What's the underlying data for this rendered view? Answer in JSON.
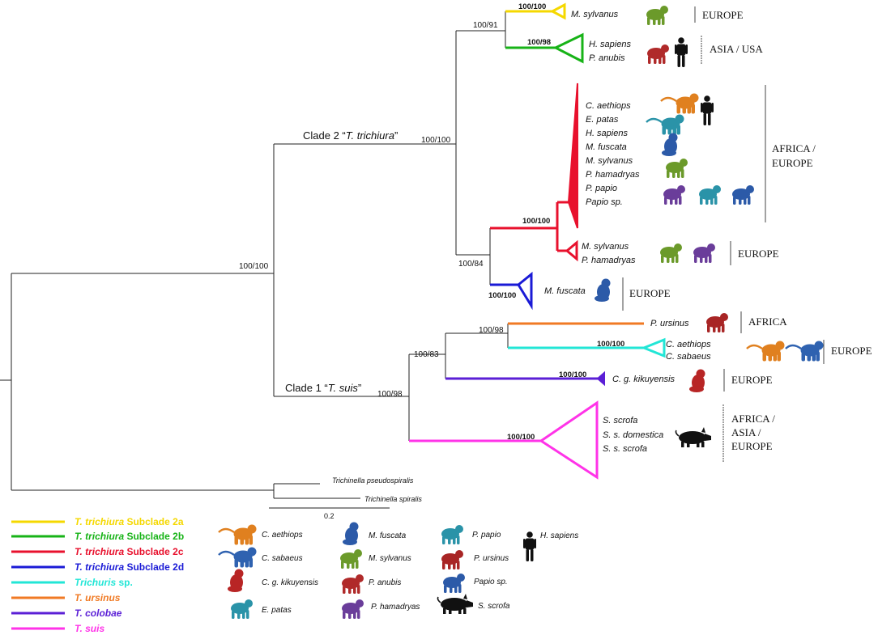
{
  "colors": {
    "sub2a": "#f5d800",
    "sub2b": "#17b317",
    "sub2c": "#e8112d",
    "sub2d": "#1a1ad6",
    "trichuris_sp": "#22e6d6",
    "ursinus": "#f07a24",
    "colobae": "#5b1fd6",
    "suis": "#ff33e8",
    "black": "#111111"
  },
  "clades": {
    "clade2_prefix": "Clade 2 “",
    "clade2_name": "T. trichiura",
    "clade2_suffix": "”",
    "clade1_prefix": "Clade 1 “",
    "clade1_name": "T. suis",
    "clade1_suffix": "”"
  },
  "support": {
    "root": "100/100",
    "clade2": "100/100",
    "n_2ab": "100/91",
    "sub2a": "100/100",
    "sub2b": "100/98",
    "n_2cd": "100/84",
    "sub2c": "100/100",
    "sub2d": "100/100",
    "clade1": "100/98",
    "n_83": "100/83",
    "n_98": "100/98",
    "trichuris_sp": "100/100",
    "colobae": "100/100",
    "suis": "100/100"
  },
  "tips": {
    "sub2a": [
      "M. sylvanus"
    ],
    "sub2b": [
      "H. sapiens",
      "P. anubis"
    ],
    "sub2c_main": [
      "C. aethiops",
      "E. patas",
      "H. sapiens",
      "M. fuscata",
      "M. sylvanus",
      "P. hamadryas",
      "P. papio",
      "Papio sp."
    ],
    "sub2c_small": [
      "M. sylvanus",
      "P. hamadryas"
    ],
    "sub2d": [
      "M. fuscata"
    ],
    "ursinus": [
      "P. ursinus"
    ],
    "trichuris_sp": [
      "C. aethiops",
      "C. sabaeus"
    ],
    "colobae": [
      "C. g. kikuyensis"
    ],
    "suis": [
      "S. scrofa",
      "S. s. domestica",
      "S. s. scrofa"
    ],
    "outgroup": [
      "Trichinella pseudospiralis",
      "Trichinella spiralis"
    ]
  },
  "regions": {
    "sub2a": "EUROPE",
    "sub2b": "ASIA / USA",
    "sub2c_main": [
      "AFRICA /",
      "EUROPE"
    ],
    "sub2c_small": "EUROPE",
    "sub2d": "EUROPE",
    "ursinus": "AFRICA",
    "trichuris_sp": "EUROPE",
    "colobae": "EUROPE",
    "suis": [
      "AFRICA /",
      "ASIA /",
      "EUROPE"
    ]
  },
  "scale_bar": "0.2",
  "legend": {
    "lines": [
      {
        "italic": "T. trichiura",
        "plain": " Subclade 2a",
        "color": "#f5d800"
      },
      {
        "italic": "T. trichiura",
        "plain": " Subclade 2b",
        "color": "#17b317"
      },
      {
        "italic": "T. trichiura",
        "plain": " Subclade 2c",
        "color": "#e8112d"
      },
      {
        "italic": "T. trichiura",
        "plain": " Subclade 2d",
        "color": "#1a1ad6"
      },
      {
        "italic": "Trichuris",
        "plain": " sp.",
        "color": "#22e6d6"
      },
      {
        "italic": "T. ursinus",
        "plain": "",
        "color": "#f07a24"
      },
      {
        "italic": "T. colobae",
        "plain": "",
        "color": "#5b1fd6"
      },
      {
        "italic": "T. suis",
        "plain": "",
        "color": "#ff33e8"
      }
    ],
    "hosts": {
      "c_aethiops": "C. aethiops",
      "c_sabaeus": "C. sabaeus",
      "c_g_kikuyensis": "C. g. kikuyensis",
      "e_patas": "E. patas",
      "m_fuscata": "M. fuscata",
      "m_sylvanus": "M. sylvanus",
      "p_anubis": "P. anubis",
      "p_hamadryas": "P. hamadryas",
      "p_papio": "P. papio",
      "p_ursinus": "P. ursinus",
      "papio_sp": "Papio sp.",
      "s_scrofa": "S. scrofa",
      "h_sapiens": "H. sapiens"
    }
  },
  "host_colors": {
    "c_aethiops": "#e0801f",
    "c_sabaeus": "#2f62b0",
    "c_g_kikuyensis": "#b82525",
    "e_patas": "#2a93a8",
    "m_fuscata": "#2c5aa8",
    "m_sylvanus": "#6b9a2a",
    "p_anubis": "#b02a2a",
    "p_hamadryas": "#6a3d9a",
    "p_papio": "#2a93a8",
    "p_ursinus": "#a82525",
    "papio_sp": "#2c5aa8",
    "s_scrofa": "#111111",
    "h_sapiens": "#111111"
  }
}
